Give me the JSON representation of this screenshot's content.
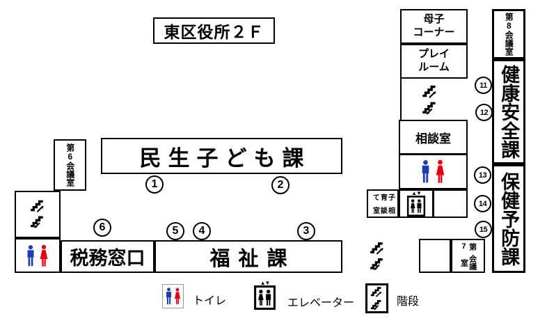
{
  "title": "東区役所２Ｆ",
  "rooms": {
    "boshi_corner": {
      "lines": [
        "母子",
        "コーナー"
      ]
    },
    "playroom": {
      "lines": [
        "プレイ",
        "ルーム"
      ]
    },
    "counseling_room": "相談室",
    "meeting_room_8": "第8会議室",
    "health_safety_division": "健康安全課",
    "health_prevention_division": "保健予防課",
    "childcare_counseling": {
      "cols": [
        "子育て",
        "相談室"
      ]
    },
    "meeting_room_7": {
      "cols": [
        "第7",
        "会議室"
      ]
    },
    "meeting_room_6": "第6会議室",
    "minsei_kodomo_division": "民生子ども課",
    "tax_window": "税務窓口",
    "welfare_division": "福祉課"
  },
  "numbers": {
    "n1": "1",
    "n2": "2",
    "n3": "3",
    "n4": "4",
    "n5": "5",
    "n6": "6",
    "n11": "11",
    "n12": "12",
    "n13": "13",
    "n14": "14",
    "n15": "15"
  },
  "legend": {
    "items": [
      {
        "icon": "toilet-icon",
        "label": "トイレ"
      },
      {
        "icon": "elevator-icon",
        "label": "エレベーター"
      },
      {
        "icon": "stairs-icon",
        "label": "階段"
      }
    ]
  },
  "colors": {
    "male_icon": "#1e3db4",
    "female_icon": "#e60012",
    "line": "#000000",
    "background": "#ffffff"
  }
}
